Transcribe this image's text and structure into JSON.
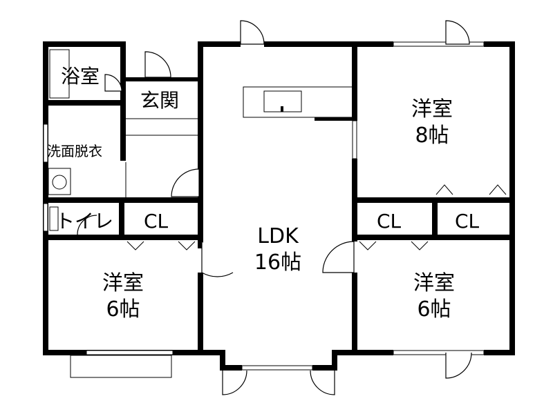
{
  "plan": {
    "rooms": {
      "bath": {
        "label": "浴室"
      },
      "entrance": {
        "label": "玄関"
      },
      "washroom": {
        "label": "洗面脱衣"
      },
      "toilet": {
        "label": "トイレ"
      },
      "closet_left": {
        "label": "CL"
      },
      "bedroom_left": {
        "name": "洋室",
        "size": "6帖"
      },
      "ldk": {
        "name": "LDK",
        "size": "16帖"
      },
      "bedroom_top_right": {
        "name": "洋室",
        "size": "8帖"
      },
      "closet_right_1": {
        "label": "CL"
      },
      "closet_right_2": {
        "label": "CL"
      },
      "bedroom_bottom_right": {
        "name": "洋室",
        "size": "6帖"
      }
    },
    "colors": {
      "wall": "#000000",
      "background": "#ffffff"
    }
  }
}
